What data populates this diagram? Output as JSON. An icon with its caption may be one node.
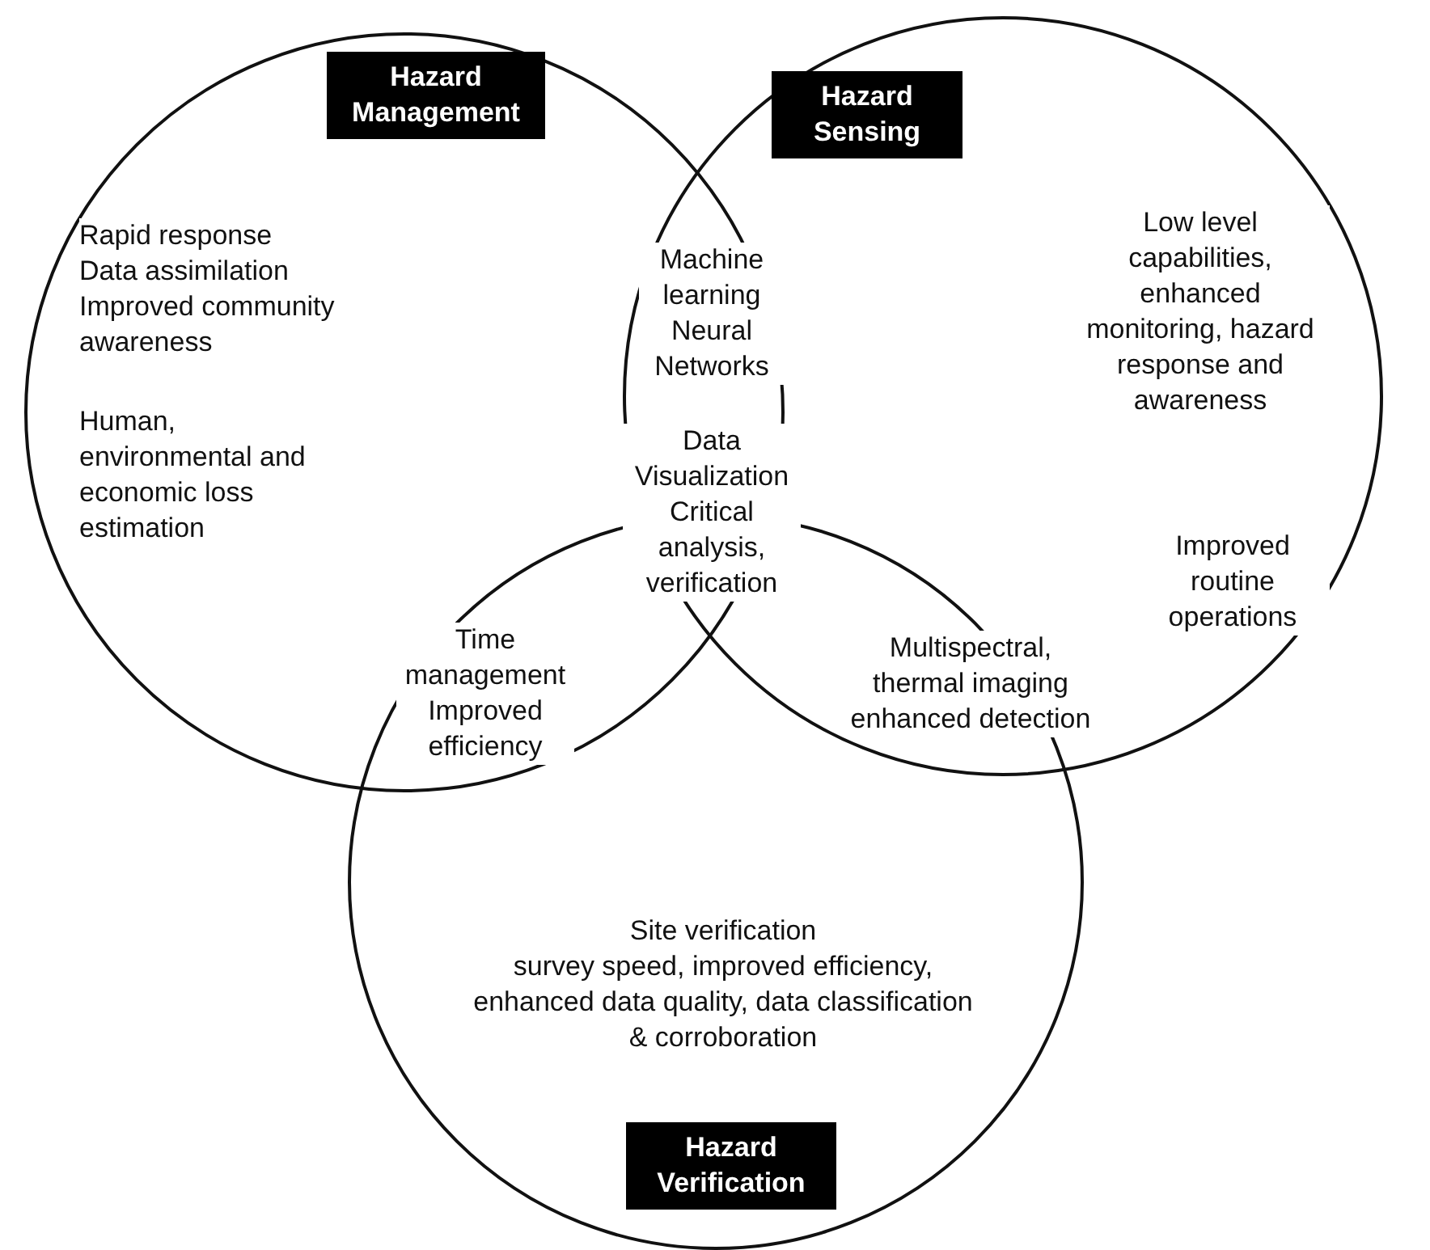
{
  "diagram": {
    "nodes": [
      {
        "text": [
          "Hazard Management",
          "Rapid response",
          "Data assimilation",
          "Improved community awareness",
          "Human, environmental and economic loss estimation"
        ]
      },
      {
        "text": [
          "Hazard Sensing",
          "Low level capabilities, enhanced monitoring, hazard response and awareness",
          "Improved routine operations"
        ]
      },
      {
        "text": [
          "Site verification",
          "survey speed, improved efficiency, enhanced data quality, data classification & corroboration",
          "Hazard Verification"
        ]
      }
    ],
    "edges": [],
    "labels": [
      "Machine learning",
      "Neural Networks",
      "Data Visualization",
      "Critical analysis, verification",
      "Time management",
      "Improved efficiency",
      "Multispectral, thermal imaging enhanced detection"
    ]
  }
}
